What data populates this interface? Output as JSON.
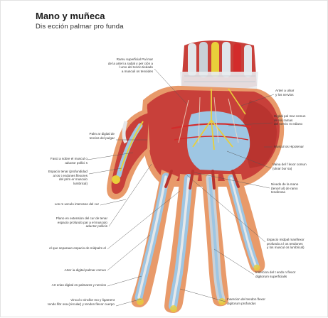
{
  "title": "Mano y muñeca",
  "subtitle": "Dis ección palmar pro funda",
  "labels": {
    "ramus_superficial": "Ramu superficial Pal mar\nde la arteri a radial y per ción a\nl umo del tenrio tiedado\na musculi os tenoides",
    "palm_digital_pulgar": "Palm ar digital de\ntenrios del pulgar",
    "fasci_pollicis": "Fasci a sobre el muscul o\naductor pollici s",
    "espacio_tenar": "Espacio tenar (profundidad\na los t endones flexores\ndel prim er musculo\nlumbrical)",
    "musculo_interoseo": "Los m usculo interoseo del cur",
    "plano_extension": "Plano en extension del cur de tenar\nespacio profundo par a el musculo\naductor pollicis",
    "que_separan": "el que separaan espacio de midpalm el",
    "arteria_digital": "Arter ia digital palmar comun",
    "arterias_digitales": "Art erias digital es palmares y nervios",
    "vinculo": "Vincul o vincllor mo y ligament\ntendo fibr osa (circular) y tendon flexor cuerpo",
    "arteria_ulnar": "Arteri a ulnar\ny los nervios",
    "digital_comun": "Digital pal mar comun\nde los ramas\ndel nervio m ediano",
    "musculo_hipotenar": "Muscul os Hipotenar",
    "vaina_flexor": "Vaina del f lexor comun\n(ulnar bur sa)",
    "nivel_mano": "Nivedo de la mano\n(tenorl al) de ramo\ntendinosa",
    "espacio_midpalm": "Espacio midpal manflexor\nprofundo a l os tendones\ny los muscul os lumbrical)",
    "insercion_superficial": "Insercion del t endo n flexor\ndigitorum superficialis",
    "insercion_profundus": "Insercion del tendon flexor\ndigitorum profundus"
  },
  "colors": {
    "background": "#ffffff",
    "muscle": "#c8403a",
    "tendon_sheath": "#9ec6e3",
    "tendon": "#e6e8ea",
    "artery": "#d32b2b",
    "nerve": "#e9cf3a",
    "skin": "#e89a6a"
  }
}
